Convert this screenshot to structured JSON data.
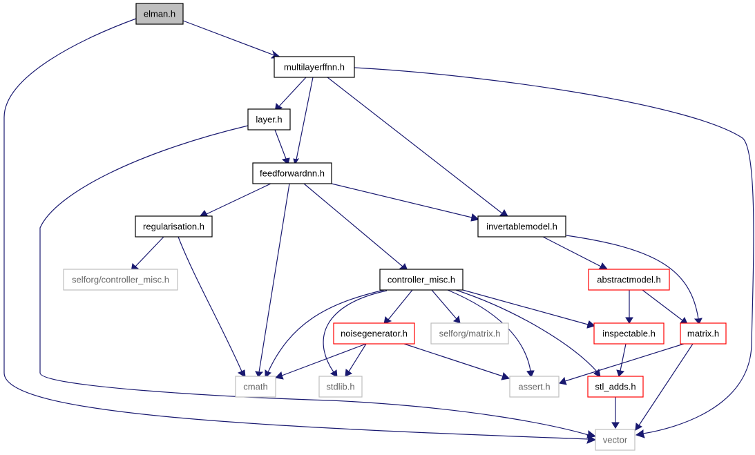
{
  "diagram": {
    "nodes": [
      {
        "id": "elman",
        "label": "elman.h",
        "style": "root"
      },
      {
        "id": "multilayerffnn",
        "label": "multilayerffnn.h",
        "style": "normal"
      },
      {
        "id": "layer",
        "label": "layer.h",
        "style": "normal"
      },
      {
        "id": "feedforwardnn",
        "label": "feedforwardnn.h",
        "style": "normal"
      },
      {
        "id": "regularisation",
        "label": "regularisation.h",
        "style": "normal"
      },
      {
        "id": "invertablemodel",
        "label": "invertablemodel.h",
        "style": "normal"
      },
      {
        "id": "sf_controller_misc",
        "label": "selforg/controller_misc.h",
        "style": "external"
      },
      {
        "id": "controller_misc",
        "label": "controller_misc.h",
        "style": "normal"
      },
      {
        "id": "abstractmodel",
        "label": "abstractmodel.h",
        "style": "truncated"
      },
      {
        "id": "noisegenerator",
        "label": "noisegenerator.h",
        "style": "truncated"
      },
      {
        "id": "sf_matrix",
        "label": "selforg/matrix.h",
        "style": "external"
      },
      {
        "id": "inspectable",
        "label": "inspectable.h",
        "style": "truncated"
      },
      {
        "id": "matrix",
        "label": "matrix.h",
        "style": "truncated"
      },
      {
        "id": "cmath",
        "label": "cmath",
        "style": "external"
      },
      {
        "id": "stdlib",
        "label": "stdlib.h",
        "style": "external"
      },
      {
        "id": "assert",
        "label": "assert.h",
        "style": "external"
      },
      {
        "id": "stl_adds",
        "label": "stl_adds.h",
        "style": "truncated"
      },
      {
        "id": "vector",
        "label": "vector",
        "style": "external"
      }
    ],
    "edges": [
      {
        "from": "elman",
        "to": "multilayerffnn"
      },
      {
        "from": "elman",
        "to": "vector"
      },
      {
        "from": "multilayerffnn",
        "to": "layer"
      },
      {
        "from": "multilayerffnn",
        "to": "feedforwardnn"
      },
      {
        "from": "multilayerffnn",
        "to": "invertablemodel"
      },
      {
        "from": "multilayerffnn",
        "to": "vector"
      },
      {
        "from": "layer",
        "to": "feedforwardnn"
      },
      {
        "from": "layer",
        "to": "vector"
      },
      {
        "from": "feedforwardnn",
        "to": "regularisation"
      },
      {
        "from": "feedforwardnn",
        "to": "invertablemodel"
      },
      {
        "from": "feedforwardnn",
        "to": "controller_misc"
      },
      {
        "from": "feedforwardnn",
        "to": "cmath"
      },
      {
        "from": "regularisation",
        "to": "sf_controller_misc"
      },
      {
        "from": "regularisation",
        "to": "cmath"
      },
      {
        "from": "invertablemodel",
        "to": "abstractmodel"
      },
      {
        "from": "invertablemodel",
        "to": "matrix"
      },
      {
        "from": "controller_misc",
        "to": "noisegenerator"
      },
      {
        "from": "controller_misc",
        "to": "sf_matrix"
      },
      {
        "from": "controller_misc",
        "to": "inspectable"
      },
      {
        "from": "controller_misc",
        "to": "cmath"
      },
      {
        "from": "controller_misc",
        "to": "stdlib"
      },
      {
        "from": "controller_misc",
        "to": "assert"
      },
      {
        "from": "controller_misc",
        "to": "stl_adds"
      },
      {
        "from": "abstractmodel",
        "to": "inspectable"
      },
      {
        "from": "abstractmodel",
        "to": "matrix"
      },
      {
        "from": "noisegenerator",
        "to": "cmath"
      },
      {
        "from": "noisegenerator",
        "to": "stdlib"
      },
      {
        "from": "noisegenerator",
        "to": "assert"
      },
      {
        "from": "inspectable",
        "to": "stl_adds"
      },
      {
        "from": "matrix",
        "to": "assert"
      },
      {
        "from": "matrix",
        "to": "vector"
      },
      {
        "from": "stl_adds",
        "to": "vector"
      }
    ],
    "colors": {
      "edge": "#191970",
      "root_fill": "#bfbfbf",
      "normal_border": "#000000",
      "truncated_border": "#ff0000",
      "external_border": "#bfbfbf",
      "external_text": "#666666",
      "text": "#000000",
      "background": "#ffffff"
    }
  }
}
